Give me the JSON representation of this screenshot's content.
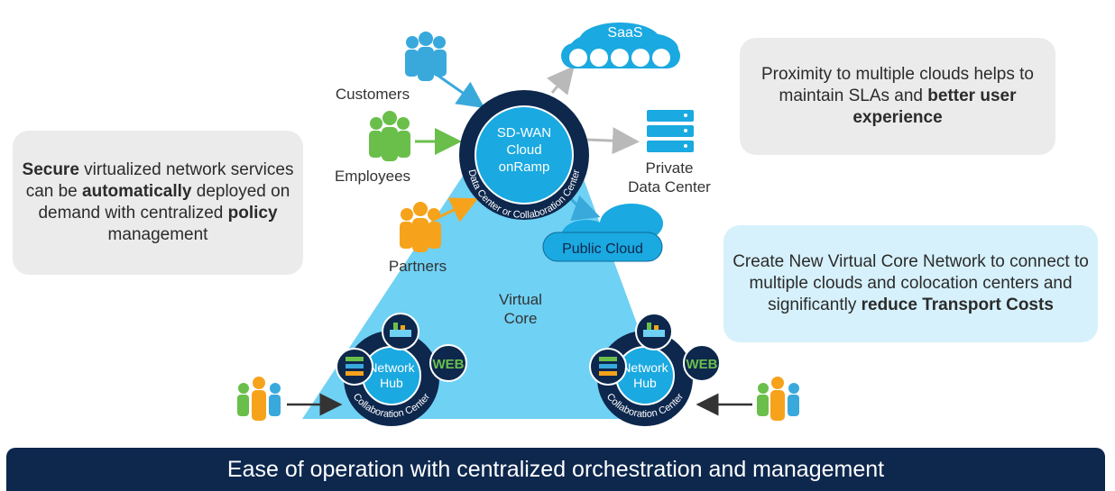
{
  "colors": {
    "core_blue": "#6fd1f4",
    "dark_navy": "#0d274d",
    "cloud_blue": "#1aa9e0",
    "customer_blue": "#39a9dc",
    "employee_green": "#6abf4b",
    "partner_orange": "#f6a31b",
    "gray_box": "#ebebeb",
    "light_blue_box": "#d6f1fb",
    "arrow_gray": "#b9b9b9",
    "arrow_dark": "#333333"
  },
  "icons": [
    "person-group-icon",
    "cloud-icon",
    "server-stack-icon",
    "web-icon",
    "data-flow-icon",
    "arrow-icon"
  ],
  "saas_label": "SaaS",
  "public_cloud_label": "Public Cloud",
  "private_dc_label": [
    "Private",
    "Data Center"
  ],
  "sdwan_label": [
    "SD-WAN",
    "Cloud",
    "onRamp"
  ],
  "sdwan_ring_text": "Data Center or Collaboration Center",
  "users": {
    "customers": "Customers",
    "employees": "Employees",
    "partners": "Partners"
  },
  "virtual_core_label": [
    "Virtual",
    "Core"
  ],
  "hubs": [
    {
      "label": [
        "Network",
        "Hub"
      ],
      "ring_text": "Collaboration Center",
      "web_label": "WEB"
    },
    {
      "label": [
        "Network",
        "Hub"
      ],
      "ring_text": "Collaboration Center",
      "web_label": "WEB"
    }
  ],
  "callouts": {
    "left": "<b>Secure</b> virtualized network services can be <b>automatically</b> deployed on demand with centralized <b>policy</b> management",
    "top_right": "Proximity to multiple clouds helps to maintain SLAs and <b>better user experience</b>",
    "bottom_right": "Create New Virtual Core Network to connect to multiple clouds and colocation centers and significantly <b>reduce Transport Costs</b>"
  },
  "banner": "Ease of operation with centralized orchestration and management"
}
